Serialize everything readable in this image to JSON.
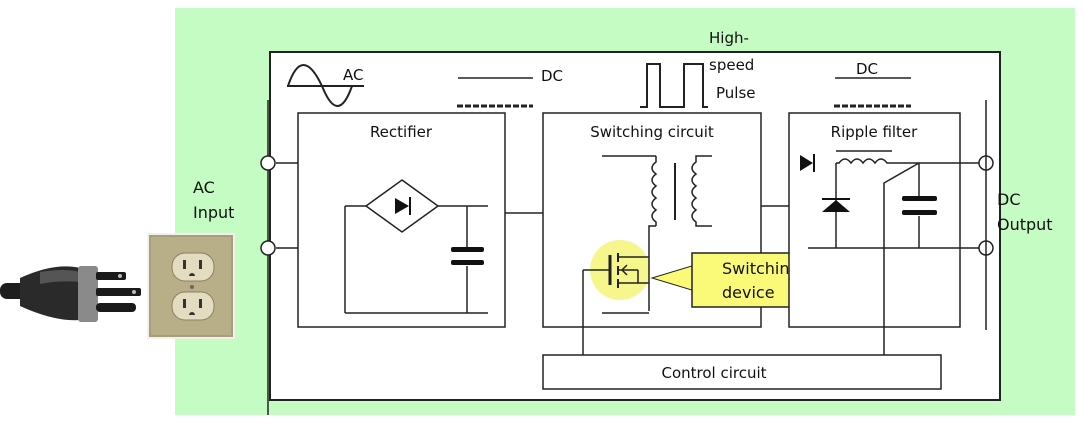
{
  "colors": {
    "background": "#c4fcc4",
    "panel": "#ffffff",
    "line": "#111111",
    "callout": "#fafa78",
    "highlight": "#f6f68c"
  },
  "labels": {
    "ac_input": [
      "AC",
      "Input"
    ],
    "dc_output": [
      "DC",
      "Output"
    ],
    "ac_wave": "AC",
    "dc_mid": "DC",
    "pulse": [
      "High-",
      "speed",
      "Pulse"
    ],
    "dc_right": "DC",
    "switching_callout": [
      "Switching",
      "device"
    ]
  },
  "blocks": {
    "rectifier": "Rectifier",
    "switching_circuit": "Switching circuit",
    "ripple_filter": "Ripple filter",
    "control_circuit": "Control circuit"
  },
  "images": {
    "plug": "power-plug-photo",
    "outlet": "wall-outlet-photo"
  }
}
